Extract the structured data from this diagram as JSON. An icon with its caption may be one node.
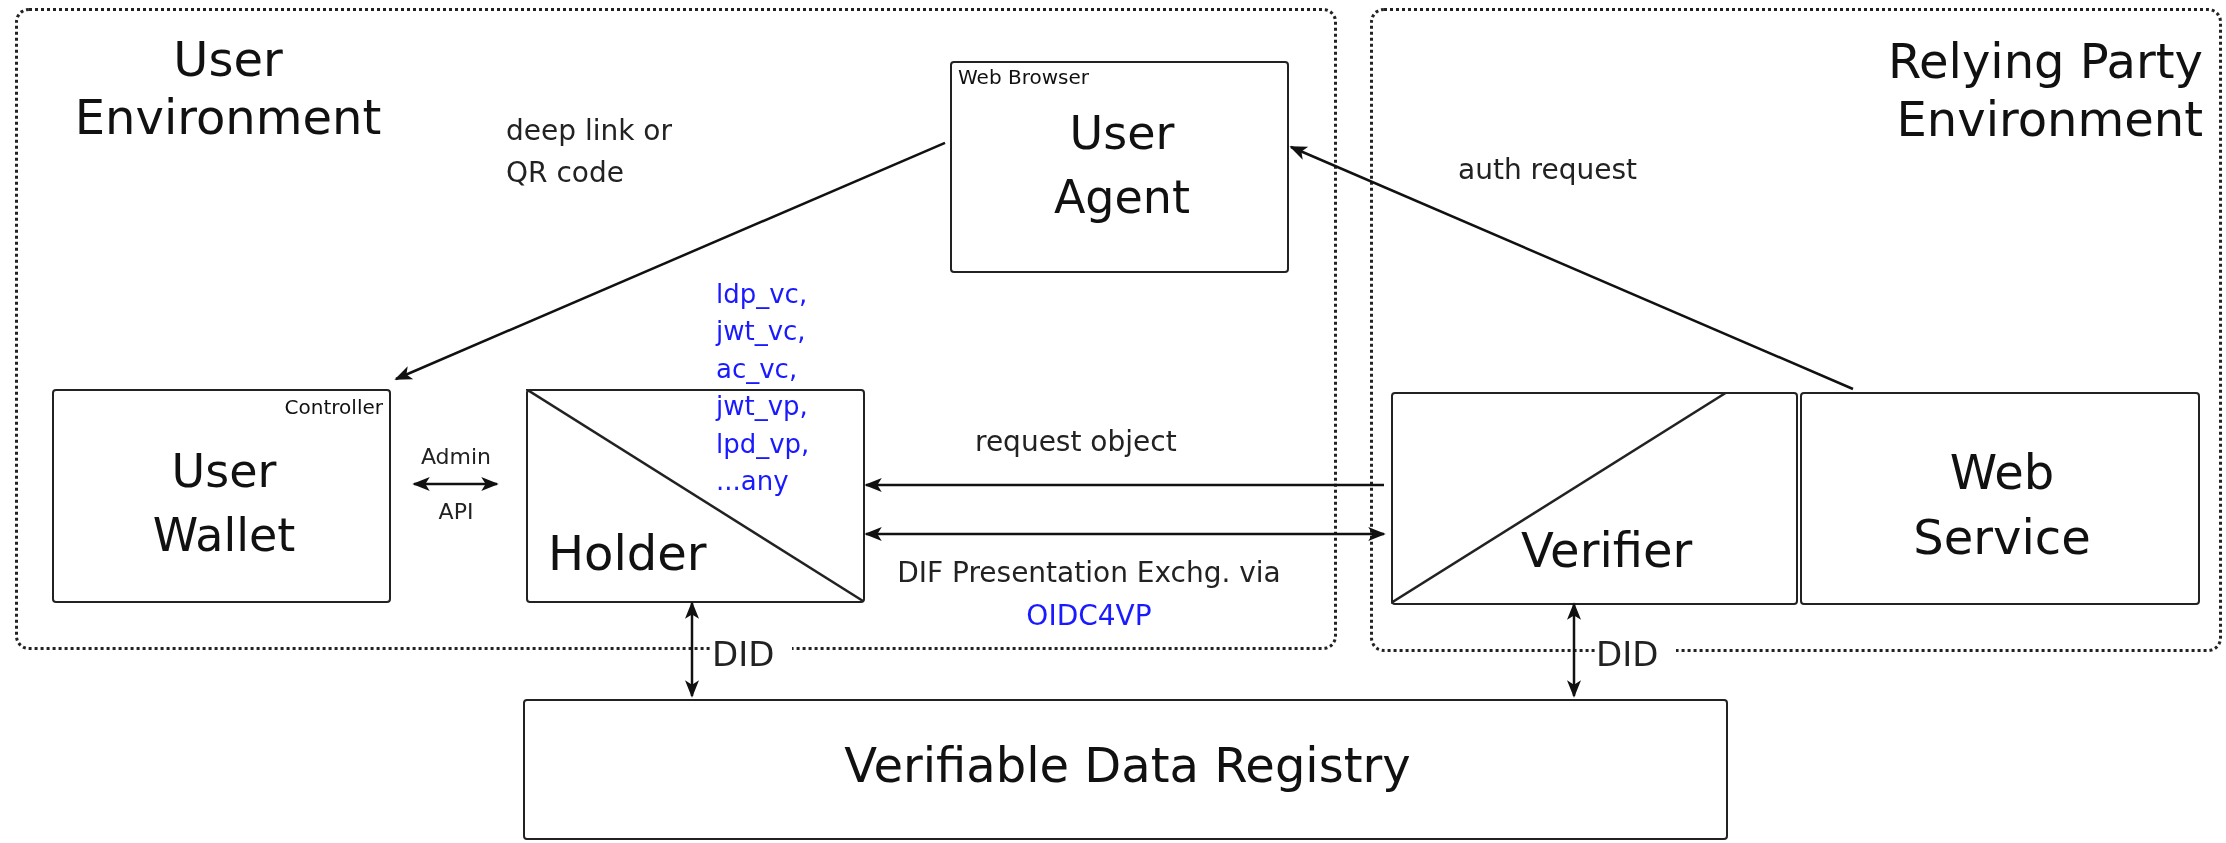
{
  "diagram": {
    "nodes": [
      {
        "text": [
          "User Environment"
        ]
      },
      {
        "text": [
          "Web Browser",
          "User Agent"
        ],
        "in": 0
      },
      {
        "text": [
          "Controller",
          "User Wallet"
        ],
        "in": 0
      },
      {
        "text": [
          "Holder"
        ],
        "in": 0
      },
      {
        "text": [
          "Relying Party Environment"
        ]
      },
      {
        "text": [
          "Verifier"
        ],
        "in": 4
      },
      {
        "text": [
          "Web Service"
        ],
        "in": 4
      },
      {
        "text": [
          "Verifiable Data Registry"
        ]
      }
    ],
    "edges": [
      {
        "from": 1,
        "to": 2,
        "arrow": "to",
        "label": "deep link or QR code"
      },
      {
        "from": 6,
        "to": 1,
        "arrow": "to",
        "label": "auth request"
      },
      {
        "from": 2,
        "to": 3,
        "arrow": "both",
        "label": "Admin API"
      },
      {
        "from": 5,
        "to": 3,
        "arrow": "to",
        "label": "request object"
      },
      {
        "from": 3,
        "to": 5,
        "arrow": "both",
        "label": "DIF Presentation Exchg. via OIDC4VP"
      },
      {
        "from": 3,
        "to": 7,
        "arrow": "both",
        "label": "DID"
      },
      {
        "from": 5,
        "to": 7,
        "arrow": "both",
        "label": "DID"
      }
    ],
    "labels": [
      "ldp_vc, jwt_vc, ac_vc, jwt_vp, lpd_vp, ...any"
    ]
  }
}
